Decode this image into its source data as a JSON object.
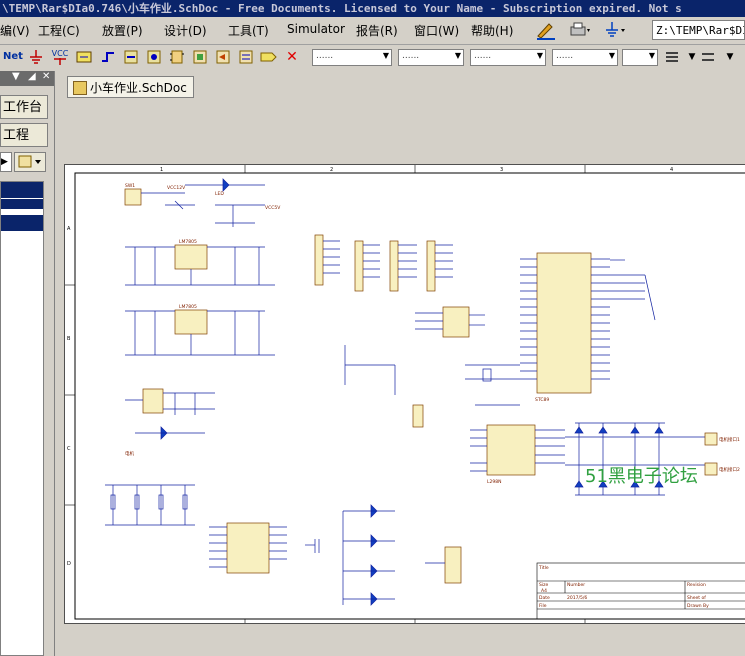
{
  "window": {
    "title": "\\TEMP\\Rar$DIa0.746\\小车作业.SchDoc - Free Documents. Licensed to Your Name - Subscription expired. Not s"
  },
  "menu": {
    "items": [
      "编(V)",
      "工程(C)",
      "放置(P)",
      "设计(D)",
      "工具(T)",
      "Simulator",
      "报告(R)",
      "窗口(W)",
      "帮助(H)"
    ]
  },
  "path": {
    "value": "Z:\\TEMP\\Rar$DIa"
  },
  "toolbar": {
    "net_label": "Net",
    "vcc_label": "VCC"
  },
  "leftpanel": {
    "workspace_label": "工作台",
    "project_label": "工程"
  },
  "tabs": {
    "doc": "小车作业.SchDoc"
  },
  "schematic": {
    "watermark": "51黑电子论坛",
    "border_numbers_top": [
      "1",
      "2",
      "3",
      "4"
    ],
    "border_letters_left": [
      "A",
      "B",
      "C",
      "D"
    ],
    "labels": {
      "sw": "SW1",
      "led1": "LED",
      "lm1": "LM7805",
      "lm2": "LM7805",
      "u4": "STC89",
      "motor": "电机",
      "u2": "L298N",
      "vcc5": "VCC5V",
      "vcc12": "VCC12V",
      "title_lbl": "Title",
      "size": "Size",
      "number": "Number",
      "revision": "Revision",
      "size_val": "A4",
      "date": "Date",
      "date_val": "2017/5/6",
      "file": "File",
      "sheet": "Sheet of",
      "drawn": "Drawn By",
      "motor1": "电机接口1",
      "motor2": "电机接口2"
    }
  }
}
